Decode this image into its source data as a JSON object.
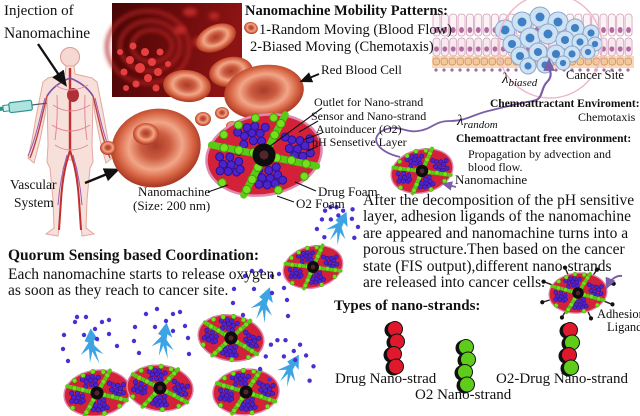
{
  "top_left": {
    "injection_line1": "Injection of",
    "injection_line2": "Nanomachine",
    "vascular_line1": "Vascular",
    "vascular_line2": "System"
  },
  "mobility": {
    "title": "Nanomachine Mobility Patterns:",
    "item1": "1-Random Moving (Blood Flow)",
    "item2": "2-Biased Moving (Chemotaxis)"
  },
  "blood": {
    "red_blood_cell": "Red Blood Cell"
  },
  "nanomachine_labels": {
    "outlet": "Outlet for Nano-strand",
    "sensor": "Sensor and Nano-strand",
    "autoinducer": "Autoinducer (O2)",
    "ph_layer": "pH Sensetive Layer",
    "drug_foam": "Drug Foam",
    "o2_foam": "O2 Foam",
    "name": "Nanomachine",
    "size": "(Size: 200 nm)"
  },
  "cancer_site": {
    "label": "Cancer Site",
    "lambda_symbol": "λ",
    "lambda_biased_sub": "biased",
    "lambda_random_sub": "random"
  },
  "chemo": {
    "env_title": "Chemoattractant Enviroment:",
    "env_value": "Chemotaxis",
    "free_title": "Chemoattractant free environment:",
    "free_line1": "Propagation by advection and",
    "free_line2": "blood flow.",
    "nanomachine_label": "Nanomachine"
  },
  "paragraph": {
    "lines": [
      "After the decomposition of the pH sensitive",
      "layer, adhesion ligands of the nanomachine",
      "are appeared and nanomachine turns into a",
      "porous structure.Then based on the cancer",
      "state (FIS output),different nano-strands",
      "are released into cancer cells."
    ]
  },
  "quorum": {
    "title": "Quorum Sensing based Coordination:",
    "body_line1": "Each nanomachine starts to release oxygen",
    "body_line2": "as soon as they reach to cancer site."
  },
  "strands": {
    "title": "Types of nano-strands:",
    "drug": "Drug Nano-strad",
    "o2": "O2 Nano-strand",
    "o2_drug": "O2-Drug Nano-strand",
    "adhesion_line1": "Adhesion",
    "adhesion_line2": "Ligand"
  },
  "colors": {
    "drug_red": "#e0182b",
    "oxygen_green": "#5fcc1a",
    "nano_purple": "#4b24cc",
    "arrow_blue": "#3da4e4",
    "purple_arrow": "#7a5fa8"
  }
}
